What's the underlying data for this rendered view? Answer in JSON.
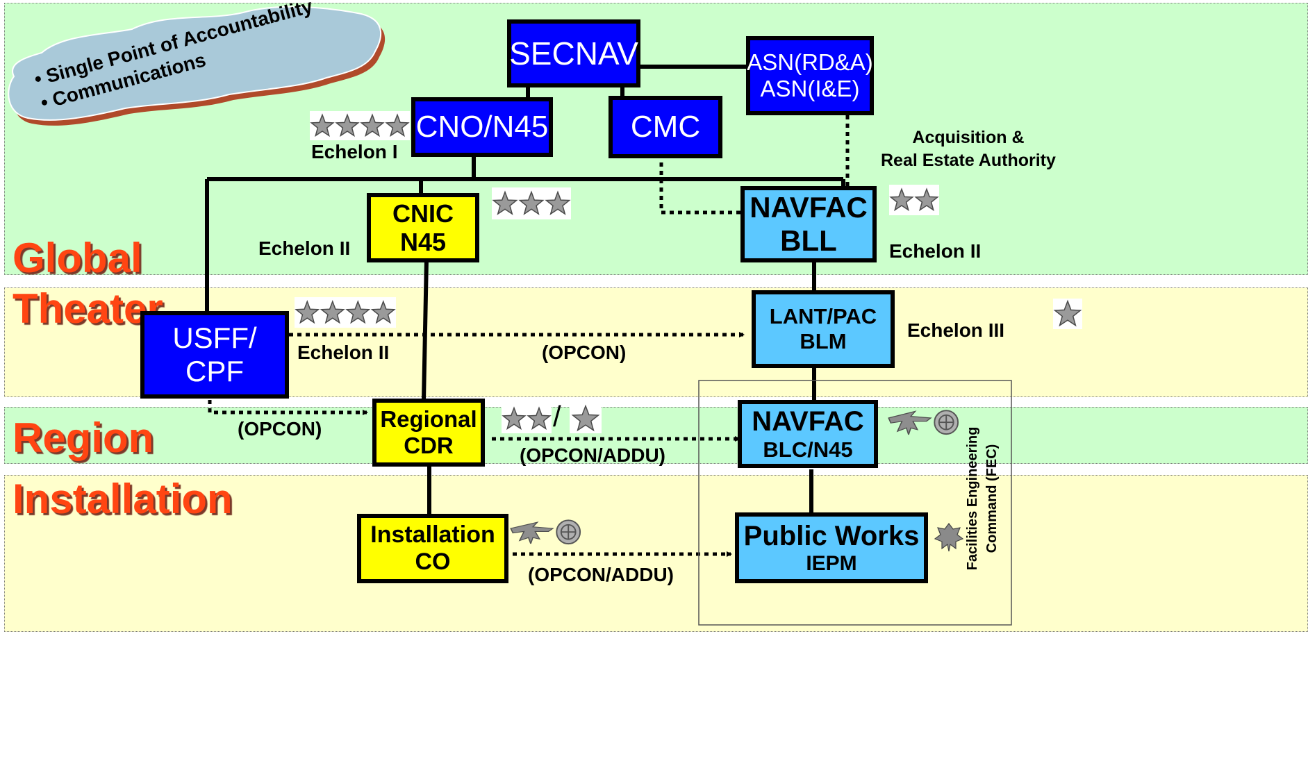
{
  "colors": {
    "global_band": "#ccffcc",
    "theater_band": "#ffffcc",
    "region_band": "#ccffcc",
    "installation_band": "#ffffcc",
    "dark_node": "#0000ff",
    "yellow_node": "#ffff00",
    "light_blue_node": "#5cc8ff",
    "band_label": "#ff4512",
    "callout_cloud": "#a9c9d9",
    "callout_shadow": "#b04a2a"
  },
  "bands": {
    "global": "Global",
    "theater": "Theater",
    "region": "Region",
    "installation": "Installation"
  },
  "callout": {
    "bullets": [
      "• Single Point of  Accountability",
      "• Communications"
    ]
  },
  "nodes": {
    "secnav": [
      "SECNAV"
    ],
    "asn": [
      "ASN(RD&A)",
      "ASN(I&E)"
    ],
    "cno": [
      "CNO/N45"
    ],
    "cmc": [
      "CMC"
    ],
    "cnic": [
      "CNIC",
      "N45"
    ],
    "navfac_bll": [
      "NAVFAC",
      "BLL"
    ],
    "usff": [
      "USFF/",
      "CPF"
    ],
    "lant_pac": [
      "LANT/PAC",
      "BLM"
    ],
    "regional_cdr": [
      "Regional",
      "CDR"
    ],
    "navfac_blc": [
      "NAVFAC",
      "BLC/N45"
    ],
    "installation_co": [
      "Installation",
      "CO"
    ],
    "public_works": [
      "Public Works",
      "IEPM"
    ]
  },
  "annotations": {
    "echelon_1": "Echelon I",
    "echelon_2_cnic": "Echelon II",
    "echelon_2_navfac": "Echelon II",
    "echelon_2_usff": "Echelon II",
    "echelon_3": "Echelon III",
    "acquisition": [
      "Acquisition &",
      "Real Estate Authority"
    ],
    "opcon_theater": "(OPCON)",
    "opcon_region": "(OPCON)",
    "opcon_addu_region": "(OPCON/ADDU)",
    "opcon_addu_installation": "(OPCON/ADDU)",
    "rank_divider": "/"
  },
  "fec": {
    "lines": [
      "Facilities Engineering",
      "Command (FEC)"
    ]
  },
  "insignia": {
    "cno_stars": 4,
    "cnic_stars": 3,
    "navfac_bll_stars": 2,
    "usff_stars": 4,
    "lant_pac_stars": 1,
    "regional_cdr_stars_before": 2,
    "regional_cdr_stars_after": 1,
    "navfac_blc": [
      "eagle-insignia",
      "civil-engineer-corps-insignia"
    ],
    "installation_co": [
      "eagle-insignia",
      "civil-engineer-corps-insignia"
    ],
    "public_works": [
      "oak-leaf-insignia"
    ]
  }
}
